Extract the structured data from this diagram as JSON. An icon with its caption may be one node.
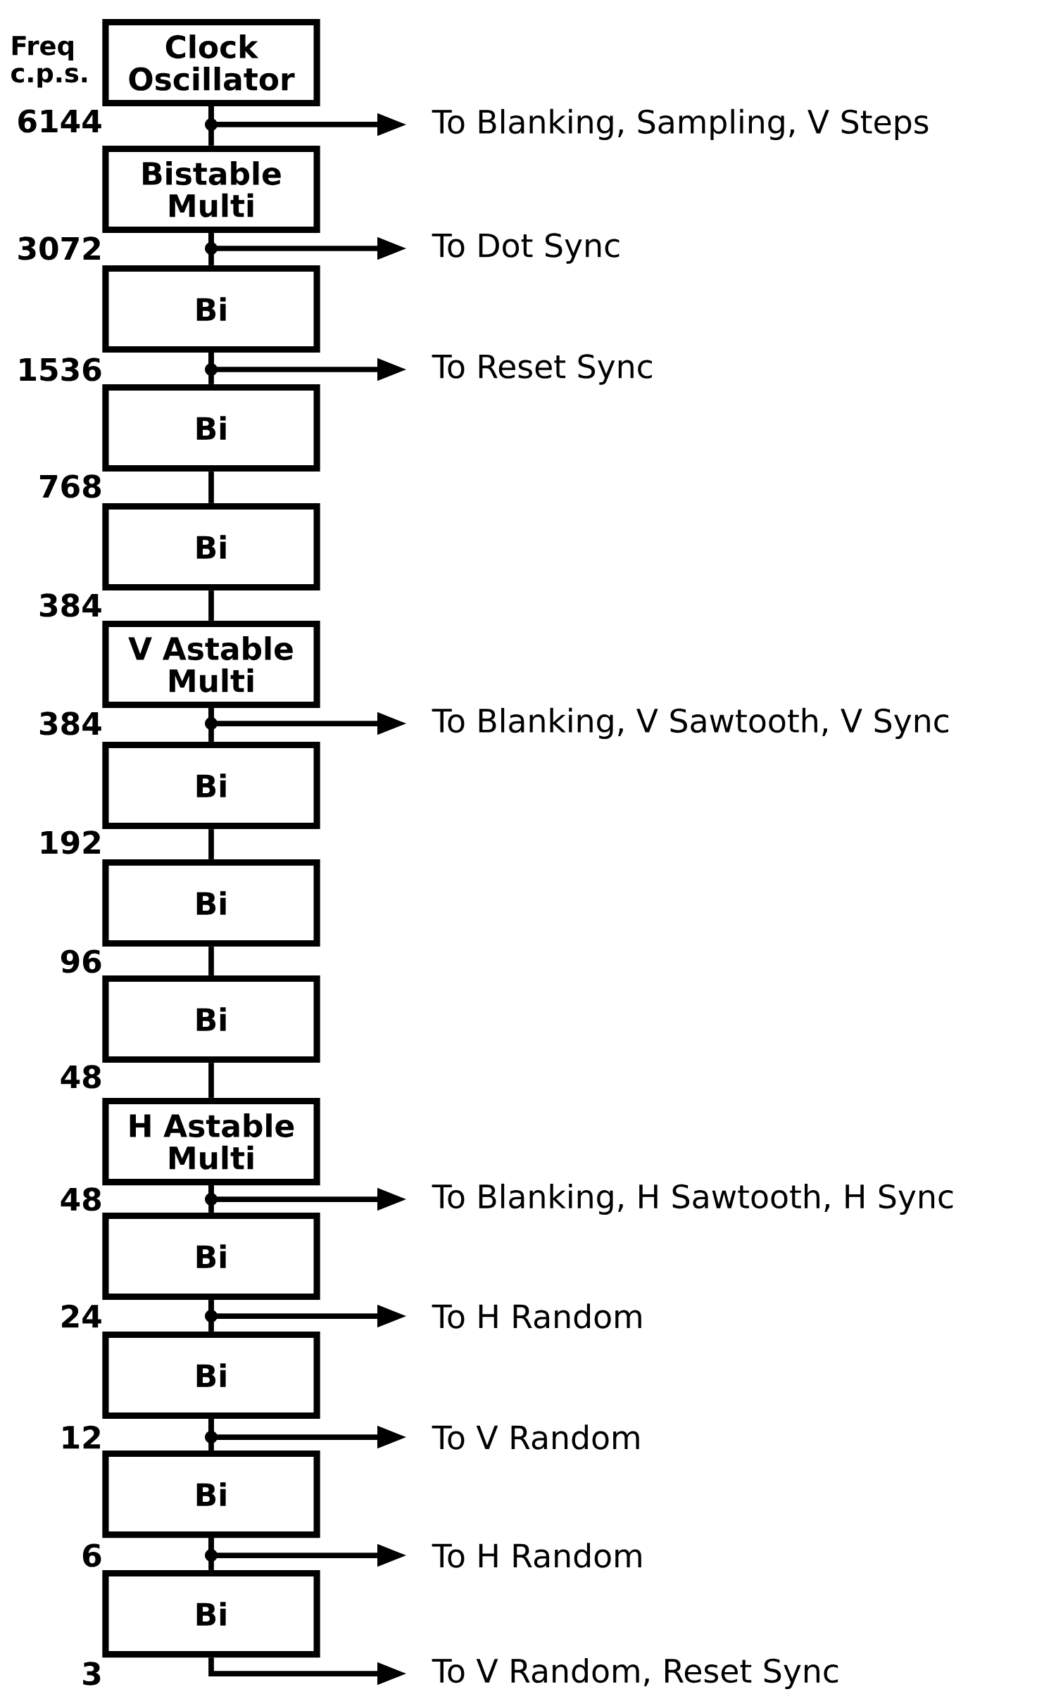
{
  "diagram": {
    "nodes": [
      {
        "text": [
          "Clock Oscillator"
        ]
      },
      {
        "text": [
          "Bistable Multi"
        ]
      },
      {
        "text": [
          "Bi"
        ]
      },
      {
        "text": [
          "Bi"
        ]
      },
      {
        "text": [
          "Bi"
        ]
      },
      {
        "text": [
          "V Astable Multi"
        ]
      },
      {
        "text": [
          "Bi"
        ]
      },
      {
        "text": [
          "Bi"
        ]
      },
      {
        "text": [
          "Bi"
        ]
      },
      {
        "text": [
          "H Astable Multi"
        ]
      },
      {
        "text": [
          "Bi"
        ]
      },
      {
        "text": [
          "Bi"
        ]
      },
      {
        "text": [
          "Bi"
        ]
      },
      {
        "text": [
          "Bi"
        ]
      },
      {
        "text": [
          "To Blanking, Sampling, V Steps"
        ]
      },
      {
        "text": [
          "To Dot Sync"
        ]
      },
      {
        "text": [
          "To Reset Sync"
        ]
      },
      {
        "text": [
          "To Blanking, V Sawtooth, V Sync"
        ]
      },
      {
        "text": [
          "To Blanking, H Sawtooth, H Sync"
        ]
      },
      {
        "text": [
          "To H Random"
        ]
      },
      {
        "text": [
          "To V Random"
        ]
      },
      {
        "text": [
          "To H Random"
        ]
      },
      {
        "text": [
          "To V Random, Reset Sync"
        ]
      }
    ],
    "edges": [
      {
        "from": 0,
        "to": 1,
        "arrow": "none"
      },
      {
        "from": 1,
        "to": 2,
        "arrow": "none"
      },
      {
        "from": 2,
        "to": 3,
        "arrow": "none"
      },
      {
        "from": 3,
        "to": 4,
        "arrow": "none"
      },
      {
        "from": 4,
        "to": 5,
        "arrow": "none"
      },
      {
        "from": 5,
        "to": 6,
        "arrow": "none"
      },
      {
        "from": 6,
        "to": 7,
        "arrow": "none"
      },
      {
        "from": 7,
        "to": 8,
        "arrow": "none"
      },
      {
        "from": 8,
        "to": 9,
        "arrow": "none"
      },
      {
        "from": 9,
        "to": 10,
        "arrow": "none"
      },
      {
        "from": 10,
        "to": 11,
        "arrow": "none"
      },
      {
        "from": 11,
        "to": 12,
        "arrow": "none"
      },
      {
        "from": 12,
        "to": 13,
        "arrow": "none"
      },
      {
        "from": 0,
        "to": 14,
        "arrow": "to"
      },
      {
        "from": 1,
        "to": 15,
        "arrow": "to"
      },
      {
        "from": 2,
        "to": 16,
        "arrow": "to"
      },
      {
        "from": 5,
        "to": 17,
        "arrow": "to"
      },
      {
        "from": 9,
        "to": 18,
        "arrow": "to"
      },
      {
        "from": 10,
        "to": 19,
        "arrow": "to"
      },
      {
        "from": 11,
        "to": 20,
        "arrow": "to"
      },
      {
        "from": 12,
        "to": 21,
        "arrow": "to"
      },
      {
        "from": 13,
        "to": 22,
        "arrow": "to"
      }
    ],
    "labels": [
      "Freq c.p.s.",
      "6144",
      "3072",
      "1536",
      "768",
      "384",
      "384",
      "192",
      "96",
      "48",
      "48",
      "24",
      "12",
      "6",
      "3"
    ]
  }
}
